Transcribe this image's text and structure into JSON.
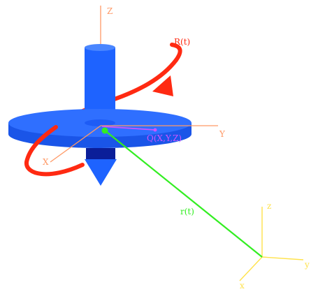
{
  "labels": {
    "body_z": "Z",
    "body_x": "X",
    "body_y": "Y",
    "rotation": "R(t)",
    "point": "Q(X,Y,Z)",
    "position": "r(t)",
    "inertial_z": "z",
    "inertial_y": "y",
    "inertial_x": "x"
  },
  "colors": {
    "top_body": "#1e63ff",
    "top_side": "#1a55e8",
    "top_dark": "#0b1e99",
    "rotation_arrow": "#ff2a12",
    "position_vector": "#33ee22",
    "body_axes": "#ff9966",
    "inertial_axes": "#ffe24a",
    "point_label": "#cc55ff"
  }
}
